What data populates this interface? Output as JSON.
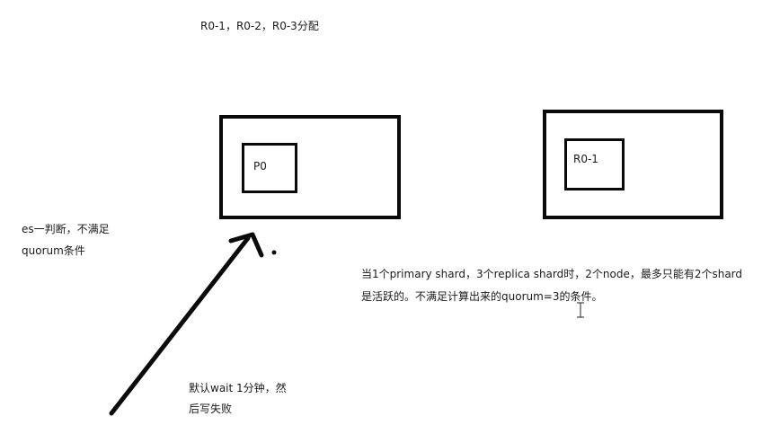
{
  "top_label": "R0-1，R0-2，R0-3分配",
  "node1": {
    "shard_label": "P0"
  },
  "node2": {
    "shard_label": "R0-1"
  },
  "left_note": {
    "line1": "es一判断，不满足",
    "line2": "quorum条件"
  },
  "right_note": {
    "line1": "当1个primary shard，3个replica shard时，2个node，最多只能有2个shard",
    "line2": "是活跃的。不满足计算出来的quorum=3的条件。"
  },
  "bottom_note": {
    "line1": "默认wait 1分钟，然",
    "line2": "后写失败"
  },
  "colors": {
    "ink": "#0a0a0a",
    "background": "#ffffff"
  }
}
